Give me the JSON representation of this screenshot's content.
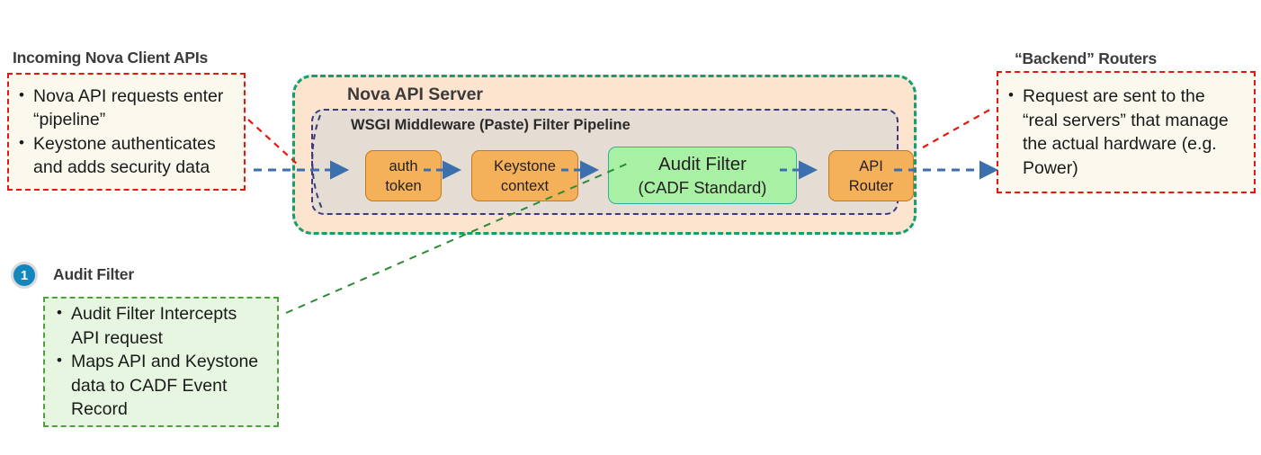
{
  "diagram": {
    "title_left": "Incoming Nova Client  APIs",
    "title_right": "“Backend” Routers",
    "colors": {
      "server_fill": "#fce4ce",
      "server_border": "#11a06e",
      "pipeline_fill": "#e5dcd4",
      "pipeline_border": "#3c3a7a",
      "stage_orange_fill": "#f5b15a",
      "stage_orange_border": "#c47a18",
      "stage_green_fill": "#a8f0a4",
      "stage_green_border": "#2fb09a",
      "callout_red_border": "#e8160c",
      "callout_red_fill": "#fbf8ed",
      "callout_green_border": "#4ea13c",
      "callout_green_fill": "#e6f6e0",
      "arrow_blue": "#3c6fae",
      "badge_blue": "#1386be"
    }
  },
  "left_callout": {
    "heading": "Incoming Nova Client  APIs",
    "bullets": [
      "Nova API requests enter “pipeline”",
      "Keystone authenticates and adds security data"
    ]
  },
  "right_callout": {
    "heading": "“Backend” Routers",
    "bullets": [
      "Request are sent to the “real servers” that manage the actual hardware (e.g. Power)"
    ]
  },
  "bottom_callout": {
    "badge": "1",
    "heading": "Audit Filter",
    "bullets": [
      "Audit Filter Intercepts API request",
      "Maps API and Keystone data to CADF Event Record"
    ]
  },
  "server": {
    "title": "Nova API Server",
    "pipeline_title": "WSGI Middleware (Paste) Filter Pipeline",
    "stages": [
      {
        "line1": "auth",
        "line2": "token",
        "kind": "orange"
      },
      {
        "line1": "Keystone",
        "line2": "context",
        "kind": "orange"
      },
      {
        "line1": "Audit Filter",
        "line2": "(CADF Standard)",
        "kind": "green"
      },
      {
        "line1": "API",
        "line2": "Router",
        "kind": "orange"
      }
    ]
  }
}
